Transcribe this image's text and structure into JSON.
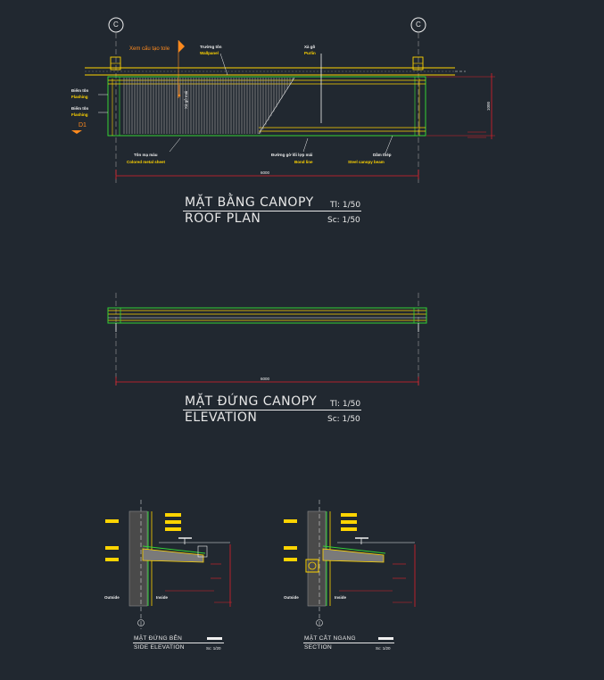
{
  "colors": {
    "background": "#212830",
    "yellow": "#ffd400",
    "green": "#35d235",
    "red": "#e0202a",
    "white": "#f0f0f0",
    "gray": "#8a8a8a",
    "orange": "#ff8a1e"
  },
  "grid": {
    "bubble_left": "C",
    "bubble_right": "C"
  },
  "roof_plan": {
    "title_vn": "MẶT BẰNG CANOPY",
    "title_en": "ROOF PLAN",
    "scale_vn": "Tl: 1/50",
    "scale_en": "Sc: 1/50",
    "note_orange": "Xem cấu tạo tole",
    "label_d1": "D1",
    "label_top_left_1": "Trường tôn",
    "label_top_left_2": "Wallpanel",
    "label_top_mid_1": "Xà gồ",
    "label_top_mid_2": "Purlin",
    "label_left_1a": "Điểm tôn",
    "label_left_1b": "Flashing",
    "label_left_2a": "Điểm tôn",
    "label_left_2b": "Flashing",
    "label_mid_vert": "Xà gồ mái",
    "label_bot_1a": "Tôn mạ màu",
    "label_bot_1b": "Colored metal sheet",
    "label_bot_2a": "Đường gờ lối lợp mái",
    "label_bot_2b": "Bond line",
    "label_bot_3a": "Dầm thép",
    "label_bot_3b": "Steel canopy beam",
    "dim_bottom": "6000",
    "dim_right": "1000"
  },
  "elevation": {
    "title_vn": "MẶT ĐỨNG CANOPY",
    "title_en": "ELEVATION",
    "scale_vn": "Tl: 1/50",
    "scale_en": "Sc: 1/50",
    "dim_bottom": "6000"
  },
  "details": [
    {
      "title_vn": "MẶT ĐỨNG BÊN",
      "title_en": "SIDE ELEVATION",
      "scale": "Sc: 1/20",
      "label_out": "Outside",
      "label_in": "Inside"
    },
    {
      "title_vn": "MẶT CẮT NGANG",
      "title_en": "SECTION",
      "scale": "Sc: 1/20",
      "label_out": "Outside",
      "label_in": "Inside"
    }
  ]
}
